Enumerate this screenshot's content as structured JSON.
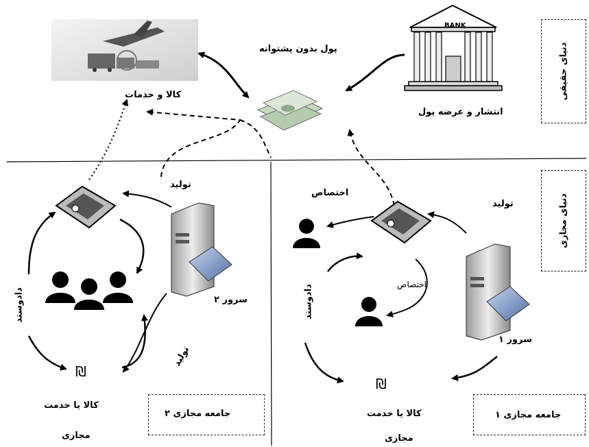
{
  "labels": {
    "real_world": "دنیای حقیقی",
    "virtual_world": "دنیای مجازی",
    "unbacked_money": "پول بدون پشتوانه",
    "goods_services": "کالا و خدمات",
    "issue_supply_money": "انتشار و عرضه پول",
    "bank_sign": "BANK",
    "production_left": "تولید",
    "production_right": "تولید",
    "allocation_top": "اختصاص",
    "allocation_small": "اختصاص",
    "trade_left": "دادوستد",
    "trade_right": "دادوستد",
    "server_2": "سرور ۲",
    "server_1": "سرور ۱",
    "production_curve": "تولید",
    "virtual_good_left_line1": "کالا یا خدمت",
    "virtual_good_left_line2": "مجازی",
    "virtual_good_right_line1": "کالا یا خدمت",
    "virtual_good_right_line2": "مجازی",
    "virtual_society_2": "جامعه مجازی ۲",
    "virtual_society_1": "جامعه مجازی ۱",
    "currency_symbol": "₪"
  },
  "icons": {
    "bank": "bank-building-icon",
    "money": "money-stack-icon",
    "goods": "goods-transport-icon",
    "server": "server-tower-icon",
    "coin": "virtual-currency-icon",
    "person": "person-icon"
  }
}
